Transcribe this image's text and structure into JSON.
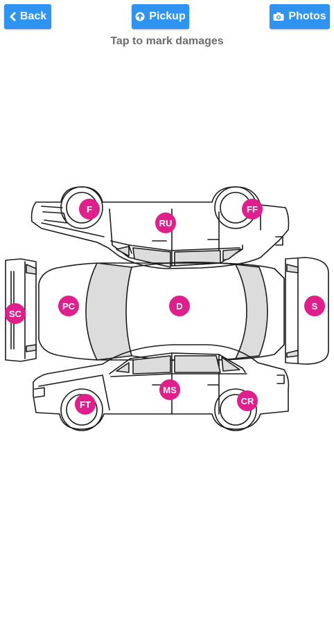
{
  "toolbar": {
    "back_label": "Back",
    "pickup_label": "Pickup",
    "photos_label": "Photos"
  },
  "instruction": "Tap to mark damages",
  "markers": {
    "f": "F",
    "ff": "FF",
    "ru": "RU",
    "sc": "SC",
    "pc": "PC",
    "d": "D",
    "s": "S",
    "ms": "MS",
    "ft": "FT",
    "cr": "CR"
  },
  "colors": {
    "accent": "#2f93f4",
    "marker": "#e01e8c",
    "glass": "#dcdcdc",
    "outline": "#1a1a1a"
  }
}
